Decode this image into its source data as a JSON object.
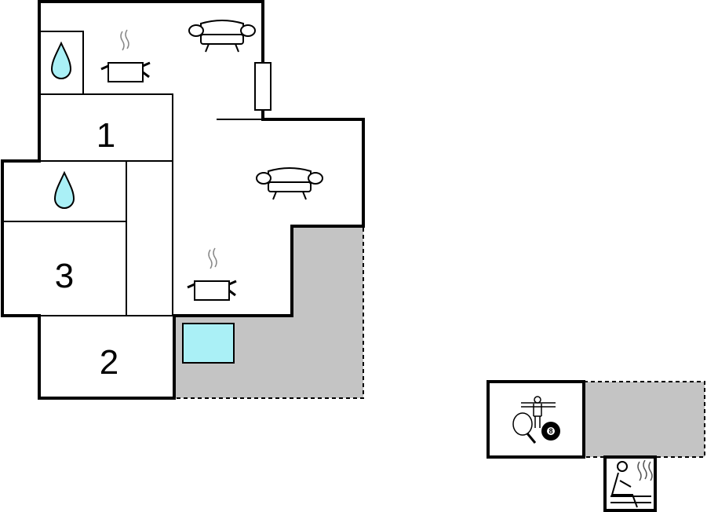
{
  "rooms": [
    {
      "id": "bedroom-1",
      "label": "1"
    },
    {
      "id": "bedroom-2",
      "label": "2"
    },
    {
      "id": "bedroom-3",
      "label": "3"
    }
  ],
  "icons": [
    {
      "name": "shower-icon",
      "count": 2
    },
    {
      "name": "kitchen-pot-icon",
      "count": 2
    },
    {
      "name": "sofa-icon",
      "count": 2
    },
    {
      "name": "pool-icon",
      "count": 1
    },
    {
      "name": "table-tennis-icon",
      "count": 1
    },
    {
      "name": "billiard-ball-icon",
      "count": 1
    },
    {
      "name": "table-football-icon",
      "count": 1
    },
    {
      "name": "sauna-icon",
      "count": 1
    }
  ],
  "billiard_ball_number": "8",
  "colors": {
    "wall": "#000000",
    "terrace": "#c4c4c4",
    "water": "#aaf0f6",
    "background": "#ffffff"
  }
}
